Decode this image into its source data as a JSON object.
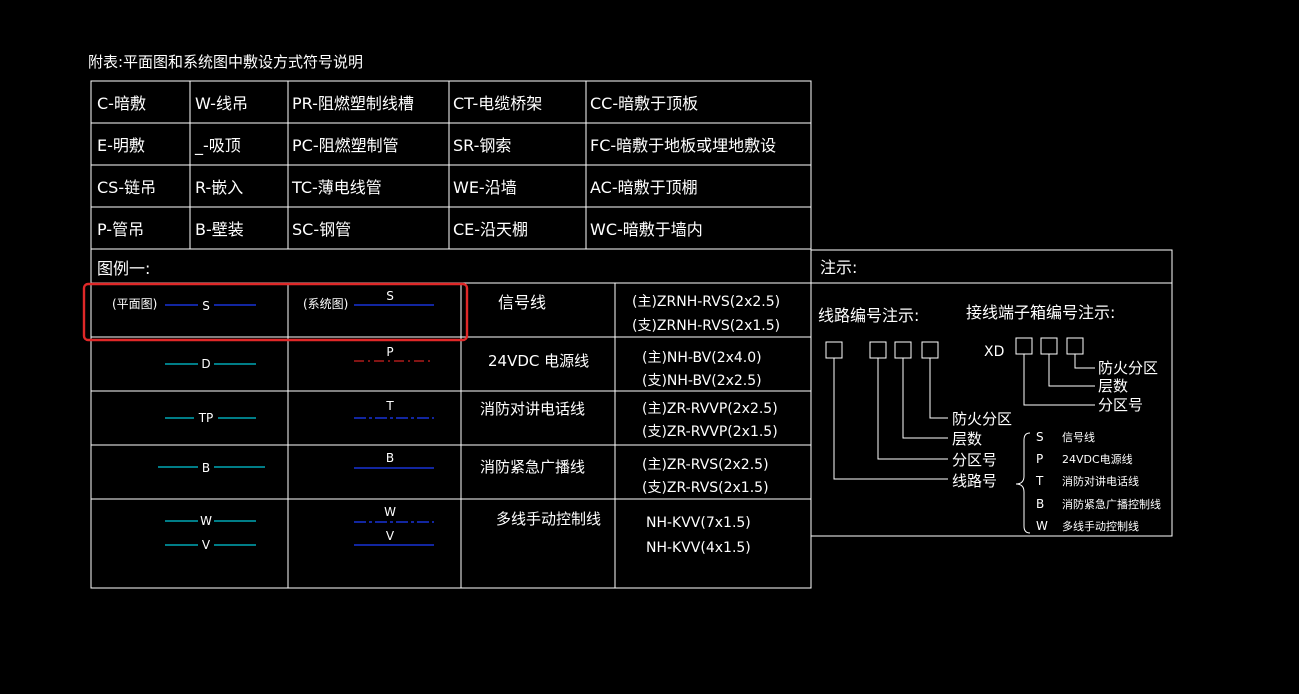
{
  "heading": "附表:平面图和系统图中敷设方式符号说明",
  "abbrev_table": {
    "rows": [
      [
        "C-暗敷",
        "W-线吊",
        "PR-阻燃塑制线槽",
        "CT-电缆桥架",
        "CC-暗敷于顶板"
      ],
      [
        "E-明敷",
        "_-吸顶",
        "PC-阻燃塑制管",
        "SR-钢索",
        "FC-暗敷于地板或埋地敷设"
      ],
      [
        "CS-链吊",
        "R-嵌入",
        "TC-薄电线管",
        "WE-沿墙",
        "AC-暗敷于顶棚"
      ],
      [
        "P-管吊",
        "B-壁装",
        "SC-钢管",
        "CE-沿天棚",
        "WC-暗敷于墙内"
      ]
    ]
  },
  "legend": {
    "title": "图例一:",
    "plan_label": "(平面图)",
    "system_label": "(系统图)",
    "rows": [
      {
        "plan_symbols": [
          "S"
        ],
        "system_symbols": [
          "S"
        ],
        "name": "信号线",
        "cables": [
          "(主)ZRNH-RVS(2x2.5)",
          "(支)ZRNH-RVS(2x1.5)"
        ]
      },
      {
        "plan_symbols": [
          "D"
        ],
        "system_symbols": [
          "P"
        ],
        "name": "24VDC  电源线",
        "cables": [
          "(主)NH-BV(2x4.0)",
          "(支)NH-BV(2x2.5)"
        ]
      },
      {
        "plan_symbols": [
          "TP"
        ],
        "system_symbols": [
          "T"
        ],
        "name": "消防对讲电话线",
        "cables": [
          "(主)ZR-RVVP(2x2.5)",
          "(支)ZR-RVVP(2x1.5)"
        ]
      },
      {
        "plan_symbols": [
          "B"
        ],
        "system_symbols": [
          "B"
        ],
        "name": "消防紧急广播线",
        "cables": [
          "(主)ZR-RVS(2x2.5)",
          "(支)ZR-RVS(2x1.5)"
        ]
      },
      {
        "plan_symbols": [
          "W",
          "V"
        ],
        "system_symbols": [
          "W",
          "V"
        ],
        "name": "多线手动控制线",
        "cables": [
          "NH-KVV(7x1.5)",
          "NH-KVV(4x1.5)"
        ]
      }
    ]
  },
  "notes": {
    "title": "注示:",
    "line_number_title": "线路编号注示:",
    "terminal_title": "接线端子箱编号注示:",
    "line_labels": [
      "防火分区",
      "层数",
      "分区号",
      "线路号"
    ],
    "terminal_prefix": "XD",
    "terminal_labels": [
      "防火分区",
      "层数",
      "分区号"
    ],
    "codes": [
      {
        "code": "S",
        "desc": "信号线"
      },
      {
        "code": "P",
        "desc": "24VDC电源线"
      },
      {
        "code": "T",
        "desc": "消防对讲电话线"
      },
      {
        "code": "B",
        "desc": "消防紧急广播控制线"
      },
      {
        "code": "W",
        "desc": "多线手动控制线"
      }
    ]
  },
  "colors": {
    "background": "#000000",
    "grid": "#ffffff",
    "cyan_line": "#00c8d8",
    "blue_line": "#1e3cff",
    "red_dash": "#d02020",
    "highlight": "#e02828"
  }
}
